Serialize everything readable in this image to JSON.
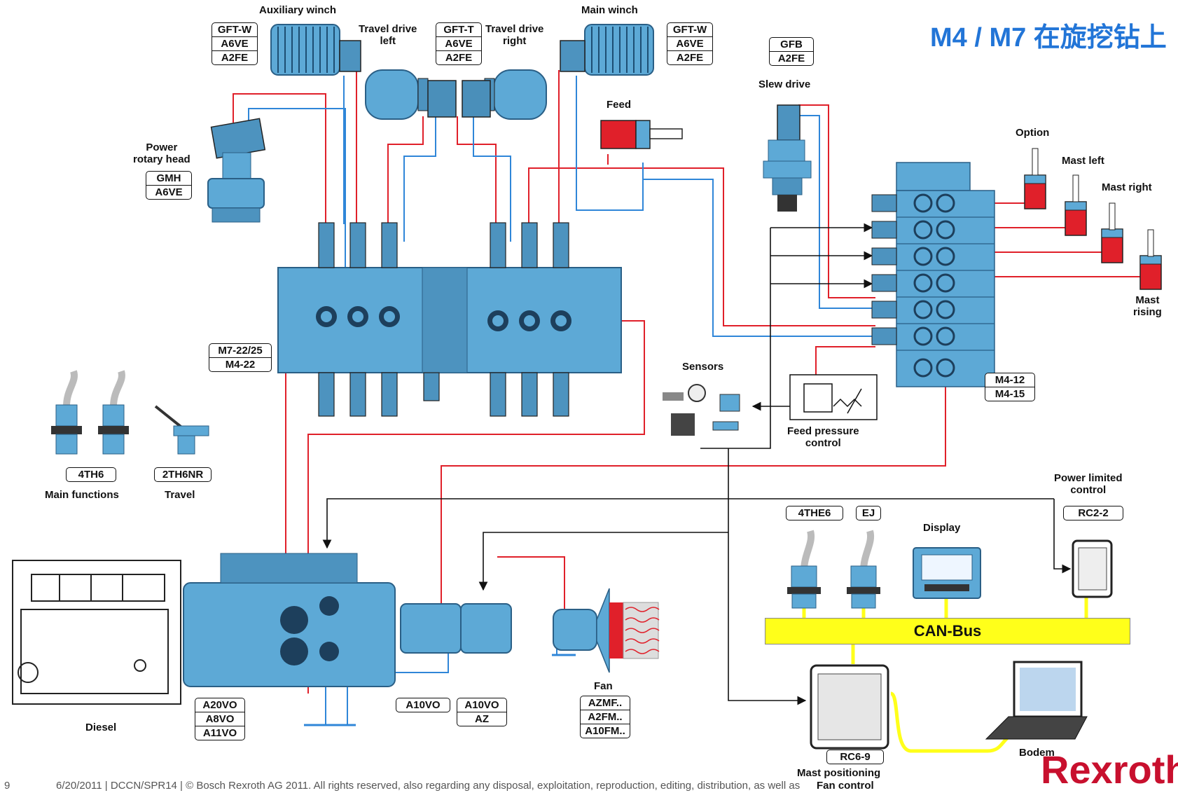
{
  "title": "M4 / M7 在旋挖钻上",
  "components": {
    "auxiliary_winch": {
      "label": "Auxiliary winch",
      "models": [
        "GFT-W",
        "A6VE",
        "A2FE"
      ]
    },
    "travel_drive_left": {
      "label": "Travel drive\nleft",
      "models": [
        "GFT-T",
        "A6VE",
        "A2FE"
      ]
    },
    "travel_drive_right": {
      "label": "Travel drive\nright"
    },
    "main_winch": {
      "label": "Main winch",
      "models": [
        "GFT-W",
        "A6VE",
        "A2FE"
      ]
    },
    "slew_drive": {
      "label": "Slew drive",
      "models": [
        "GFB",
        "A2FE"
      ]
    },
    "power_rotary_head": {
      "label": "Power\nrotary head",
      "models": [
        "GMH",
        "A6VE"
      ]
    },
    "feed": {
      "label": "Feed"
    },
    "main_valve": {
      "models": [
        "M7-22/25",
        "M4-22"
      ]
    },
    "option": {
      "label": "Option"
    },
    "mast_left": {
      "label": "Mast left"
    },
    "mast_right": {
      "label": "Mast right"
    },
    "mast_rising": {
      "label": "Mast\nrising"
    },
    "mast_valve": {
      "models": [
        "M4-12",
        "M4-15"
      ]
    },
    "sensors": {
      "label": "Sensors"
    },
    "feed_pressure_control": {
      "label": "Feed pressure\ncontrol"
    },
    "main_functions": {
      "label": "Main functions",
      "model": "4TH6"
    },
    "travel": {
      "label": "Travel",
      "model": "2TH6NR"
    },
    "power_limited_control": {
      "label": "Power limited\ncontrol",
      "model": "RC2-2"
    },
    "joystick_4the6": {
      "model": "4THE6"
    },
    "joystick_ej": {
      "model": "EJ"
    },
    "display": {
      "label": "Display"
    },
    "can_bus": {
      "label": "CAN-Bus"
    },
    "diesel": {
      "label": "Diesel"
    },
    "main_pump": {
      "models": [
        "A20VO",
        "A8VO",
        "A11VO"
      ]
    },
    "pump_a10vo": {
      "model": "A10VO"
    },
    "pump_a10vo_az": {
      "models": [
        "A10VO",
        "AZ"
      ]
    },
    "fan": {
      "label": "Fan",
      "models": [
        "AZMF..",
        "A2FM..",
        "A10FM.."
      ]
    },
    "rc6_9": {
      "model": "RC6-9"
    },
    "mast_positioning": {
      "label": "Mast positioning"
    },
    "fan_control": {
      "label": "Fan control"
    },
    "bodem": {
      "label": "Bodem"
    }
  },
  "footer": {
    "page": "9",
    "text": "6/20/2011 | DCCN/SPR14 | © Bosch Rexroth AG 2011. All rights reserved, also regarding any disposal, exploitation, reproduction, editing, distribution, as well as",
    "brand": "Rexroth"
  },
  "colors": {
    "accent": "#2275d7",
    "brand": "#c8102e",
    "pressure_line": "#e0202a",
    "return_line": "#2f86d8",
    "signal_line": "#111111",
    "can_bus": "#ffff1a",
    "component": "#5da9d6"
  },
  "icons": [
    "winch-icon",
    "travel-motor-icon",
    "slew-gearbox-icon",
    "rotary-head-icon",
    "hydraulic-cylinder-icon",
    "control-valve-icon",
    "joystick-icon",
    "pedal-icon",
    "sensor-icon",
    "pressure-valve-icon",
    "controller-icon",
    "display-icon",
    "laptop-icon",
    "diesel-engine-icon",
    "pump-icon",
    "fan-icon",
    "tank-icon"
  ]
}
